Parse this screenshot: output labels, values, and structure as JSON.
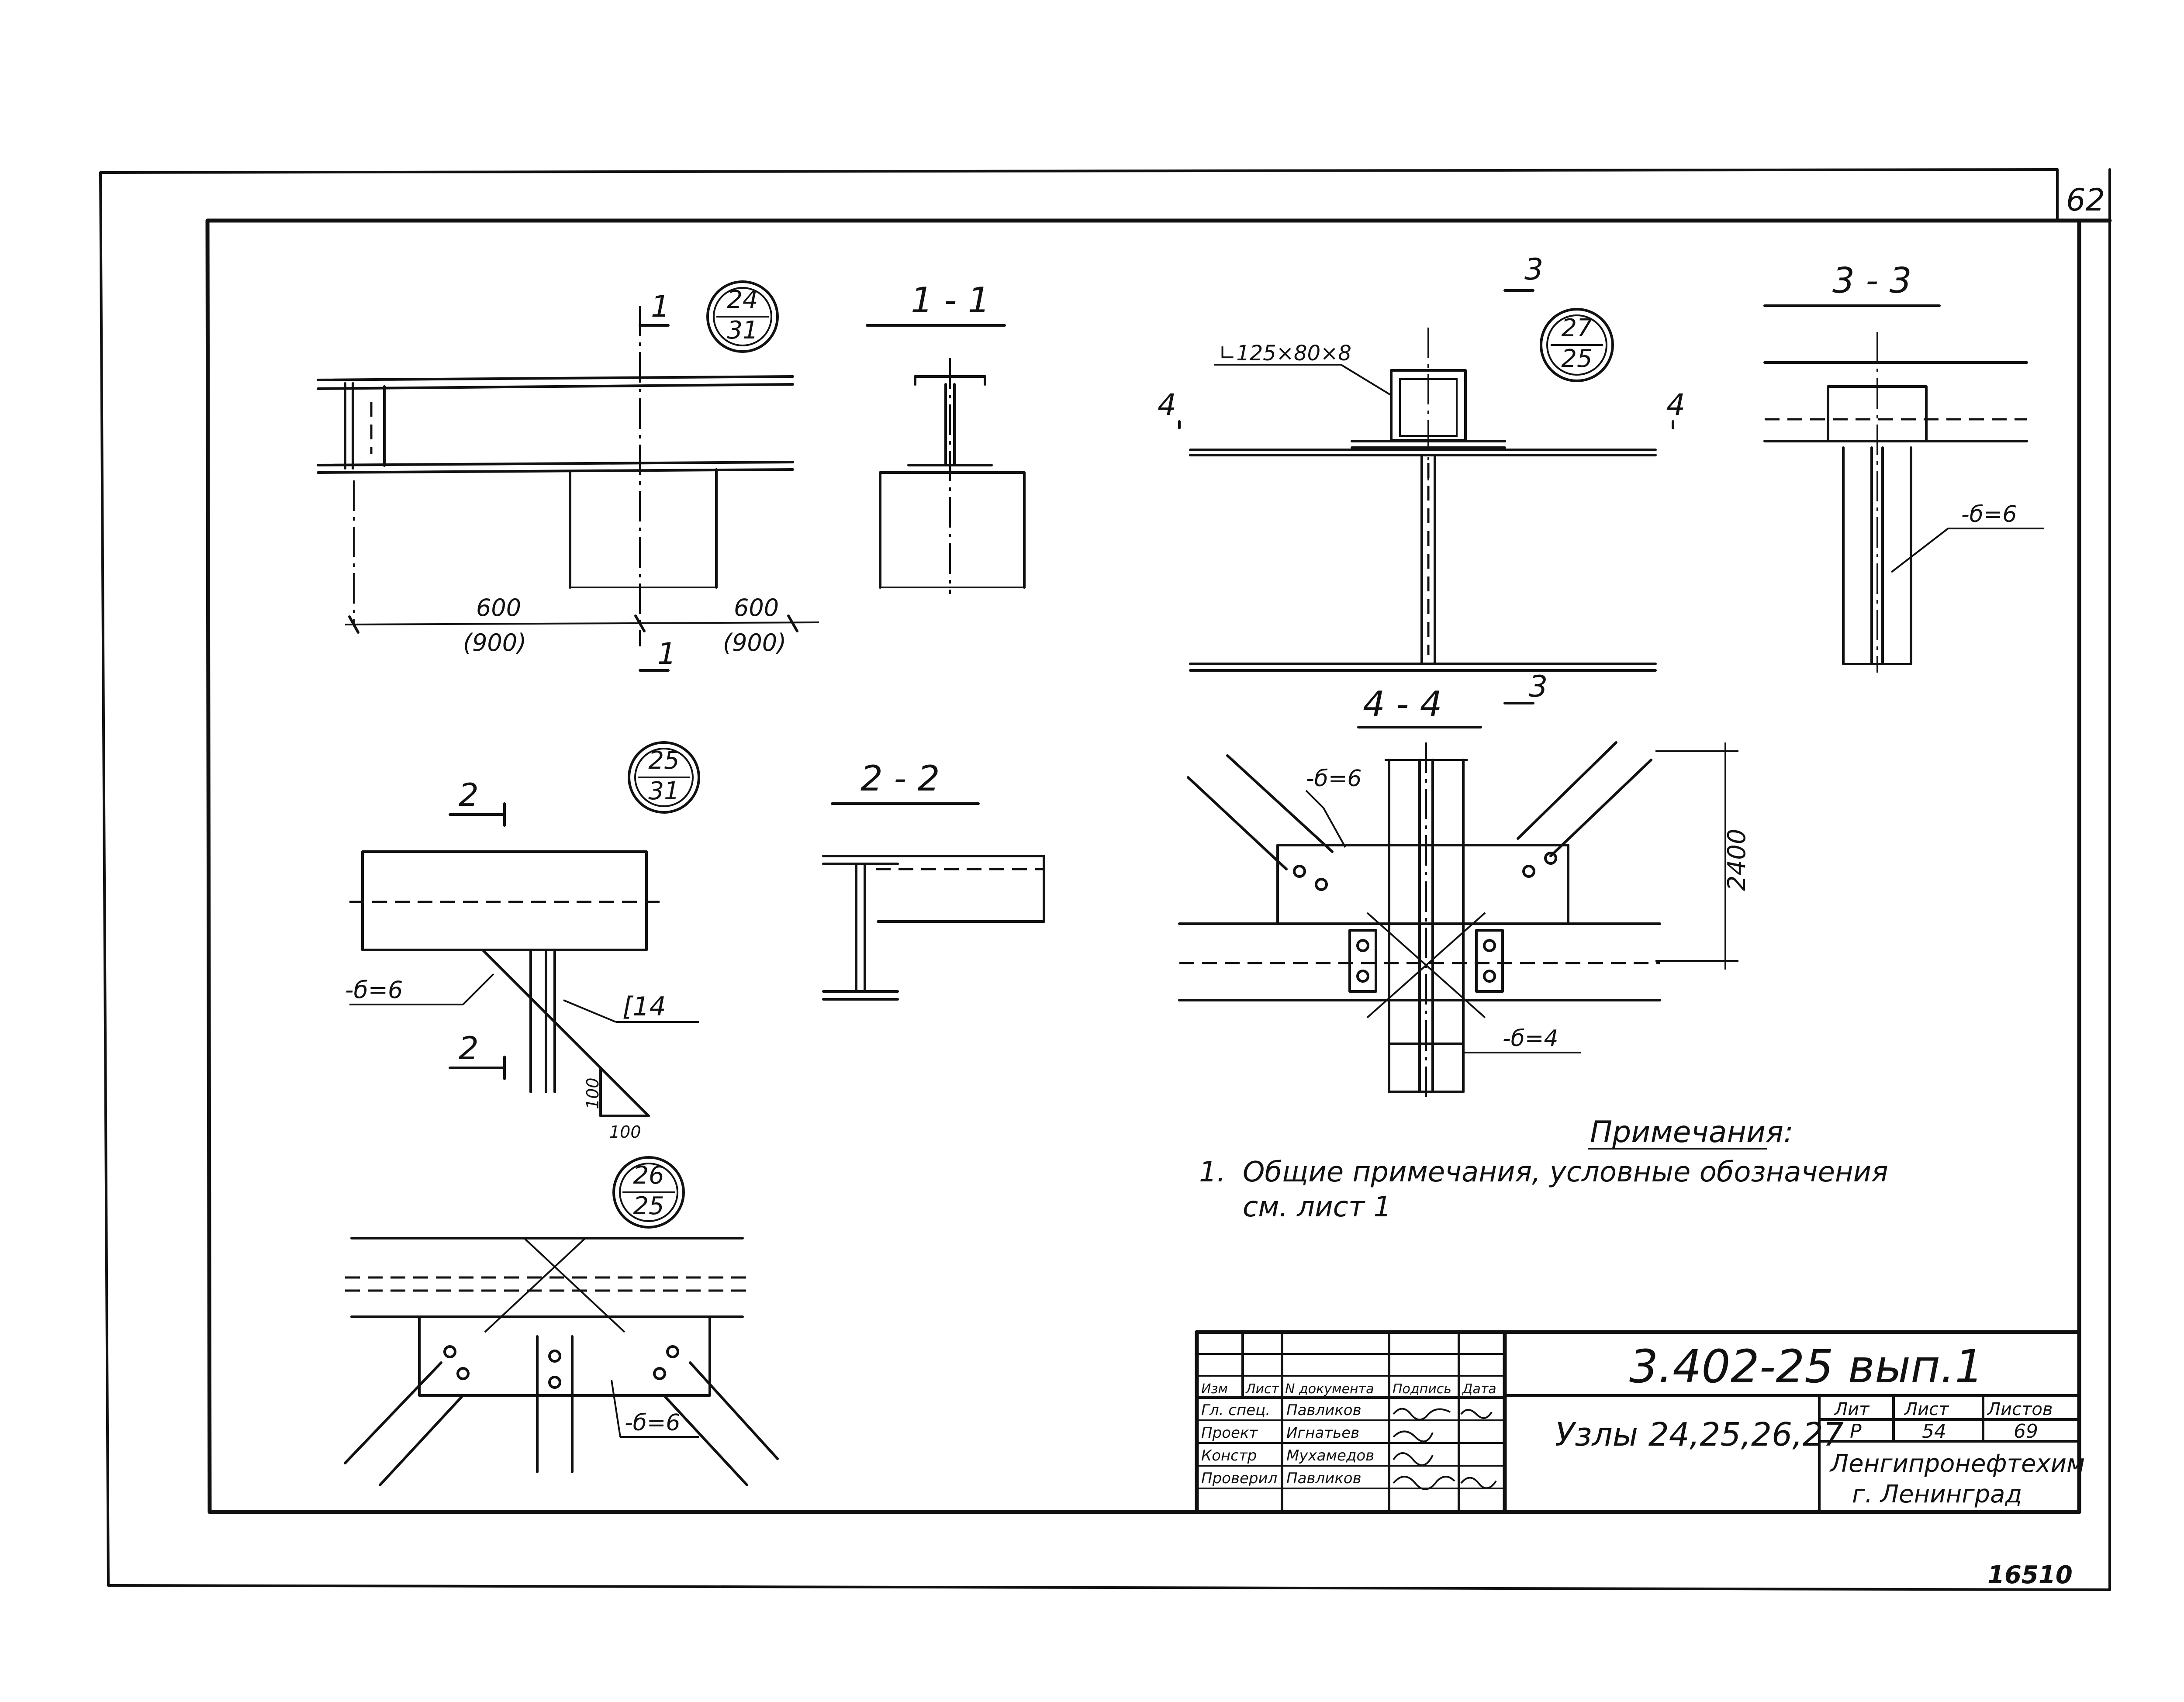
{
  "sheet_number": "62",
  "node_24": {
    "tag_top": "24",
    "tag_bottom": "31",
    "cut_mark": "1",
    "dim_left": "600",
    "dim_left_alt": "(900)",
    "dim_right": "600",
    "dim_right_alt": "(900)"
  },
  "section_1_1": {
    "title": "1 - 1"
  },
  "node_27": {
    "tag_top": "27",
    "tag_bottom": "25",
    "cut_mark_3": "3",
    "cut_mark_4": "4",
    "angle_label": "∟125×80×8"
  },
  "section_3_3": {
    "title": "3 - 3",
    "plate_label": "-б=6"
  },
  "node_25": {
    "tag_top": "25",
    "tag_bottom": "31",
    "cut_mark": "2",
    "plate_label": "-б=6",
    "channel_label": "[14",
    "dim_v": "100",
    "dim_h": "100"
  },
  "section_2_2": {
    "title": "2 - 2"
  },
  "section_4_4": {
    "title": "4 - 4",
    "plate_label_top": "-б=6",
    "plate_label_bottom": "-б=4",
    "dim_height": "2400"
  },
  "node_26": {
    "tag_top": "26",
    "tag_bottom": "25",
    "plate_label": "-б=6"
  },
  "notes": {
    "heading": "Примечания:",
    "item_number": "1.",
    "line_1": "Общие примечания, условные обозначения",
    "line_2": "см. лист 1"
  },
  "title_block": {
    "code": "3.402-25 вып.1",
    "name": "Узлы 24,25,26,27",
    "col_headers": [
      "Изм",
      "Лист",
      "N документа",
      "Подпись",
      "Дата"
    ],
    "rows": [
      {
        "role": "Гл. спец.",
        "person": "Павликов"
      },
      {
        "role": "Проект",
        "person": "Игнатьев"
      },
      {
        "role": "Констр",
        "person": "Мухамедов"
      },
      {
        "role": "Проверил",
        "person": "Павликов"
      }
    ],
    "stage_label": "Лит",
    "sheet_label": "Лист",
    "sheets_label": "Листов",
    "stage": "Р",
    "sheet": "54",
    "sheets": "69",
    "org_line_1": "Ленгипронефтехим",
    "org_line_2": "г. Ленинград"
  },
  "stamp": "16510"
}
